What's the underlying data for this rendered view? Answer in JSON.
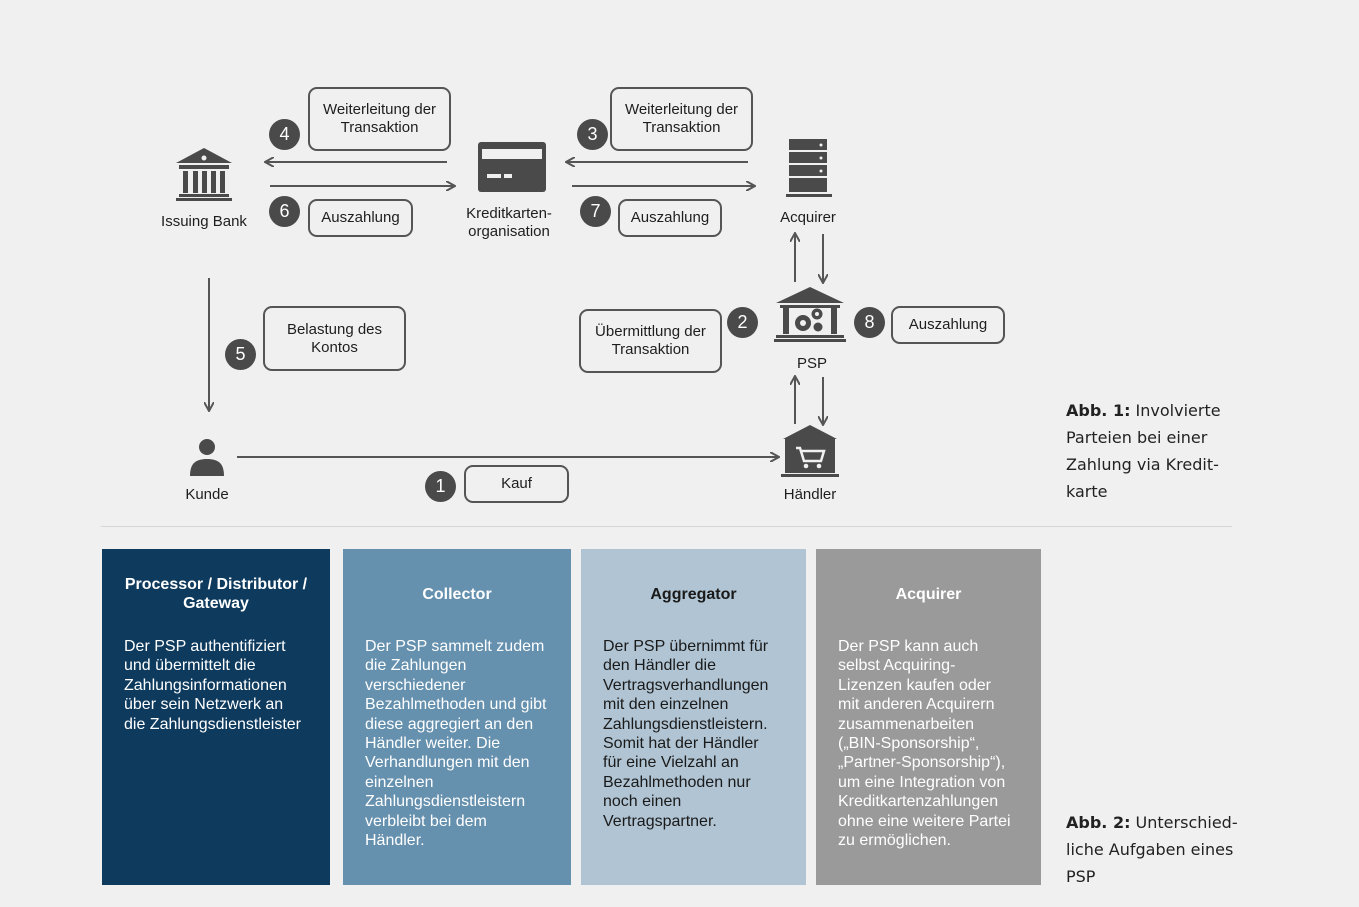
{
  "diagram": {
    "nodes": {
      "issuing_bank": "Issuing Bank",
      "kreditkarten": "Kreditkarten-\norganisation",
      "acquirer": "Acquirer",
      "psp": "PSP",
      "kunde": "Kunde",
      "haendler": "Händler"
    },
    "steps": [
      {
        "number": "1",
        "label": "Kauf"
      },
      {
        "number": "2",
        "label": "Übermittlung der\nTransaktion"
      },
      {
        "number": "3",
        "label": "Weiterleitung der\nTransaktion"
      },
      {
        "number": "4",
        "label": "Weiterleitung der\nTransaktion"
      },
      {
        "number": "5",
        "label": "Belastung des\nKontos"
      },
      {
        "number": "6",
        "label": "Auszahlung"
      },
      {
        "number": "7",
        "label": "Auszahlung"
      },
      {
        "number": "8",
        "label": "Auszahlung"
      }
    ],
    "icons": {
      "bank": "bank-icon",
      "card": "credit-card-icon",
      "server": "server-icon",
      "psp": "factory-gears-icon",
      "person": "person-icon",
      "shop": "shop-cart-icon"
    }
  },
  "caption1": {
    "prefix": "Abb. 1:",
    "text": " Involvierte\nParteien bei einer\nZahlung via Kredit-\nkarte"
  },
  "caption2": {
    "prefix": "Abb. 2:",
    "text": " Unterschied-\nliche Aufgaben eines\nPSP"
  },
  "cards": [
    {
      "title": "Processor / Distributor /\nGateway",
      "body": "Der PSP authentifiziert\nund übermittelt die\nZahlungsinformationen\nüber sein Netzwerk an\ndie Zahlungsdienstleister",
      "bg": "#0e3a5e",
      "fg": "#ffffff"
    },
    {
      "title": "Collector",
      "body": "Der PSP sammelt zudem\ndie Zahlungen\nverschiedener\nBezahlmethoden und gibt\ndiese aggregiert an den\nHändler weiter. Die\nVerhandlungen mit den\neinzelnen\nZahlungsdienstleistern\nverbleibt bei dem\nHändler.",
      "bg": "#6590ae",
      "fg": "#ffffff"
    },
    {
      "title": "Aggregator",
      "body": "Der PSP übernimmt für\nden Händler die\nVertragsverhandlungen\nmit den einzelnen\nZahlungsdienstleistern.\nSomit hat der Händler\nfür eine Vielzahl an\nBezahlmethoden nur\nnoch einen\nVertragspartner.",
      "bg": "#b0c4d3",
      "fg": "#1a1a1a"
    },
    {
      "title": "Acquirer",
      "body": "Der PSP kann auch\nselbst Acquiring-\nLizenzen kaufen oder\nmit anderen Acquirern\nzusammenarbeiten\n(„BIN-Sponsorship“,\n„Partner-Sponsorship“),\num eine Integration von\nKreditkartenzahlungen\nohne eine weitere Partei\nzu ermöglichen.",
      "bg": "#9a9a9a",
      "fg": "#ffffff"
    }
  ]
}
